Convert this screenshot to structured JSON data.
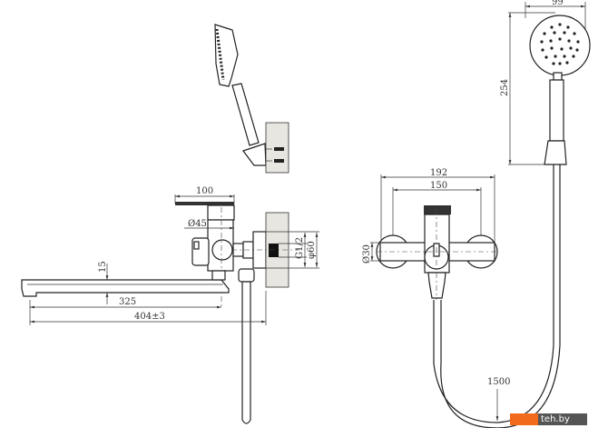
{
  "side_view": {
    "dims": {
      "lever_length": "100",
      "body_diameter": "Ø45",
      "spout_height": "15",
      "spout_reach": "325",
      "total_reach": "404±3",
      "thread": "G1/2",
      "flange_diameter": "φ60"
    }
  },
  "front_view": {
    "dims": {
      "head_diameter": "99",
      "handset_length": "254",
      "outer_width": "192",
      "center_distance": "150",
      "arm_diameter": "Ø30",
      "hose_length": "1500"
    }
  },
  "watermark": {
    "text": "teh.by",
    "accent": "#f26a1b"
  }
}
